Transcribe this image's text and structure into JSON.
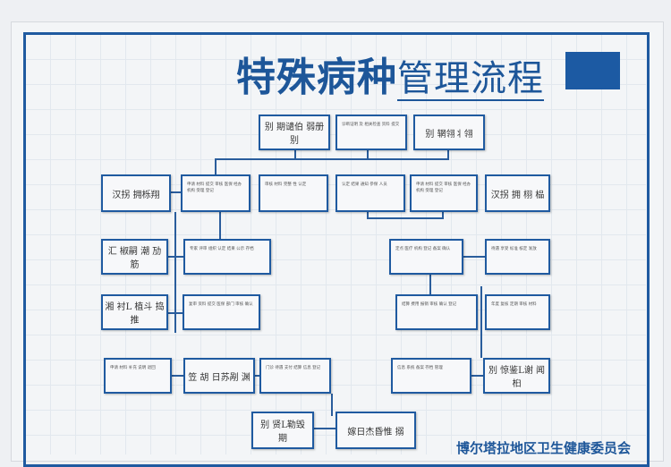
{
  "title": {
    "bold": "特殊病种",
    "normal": "管理流程"
  },
  "boxes": [
    "别 期谴伯 弱册 别",
    "诊断证明 及 相关检查 资料 提交",
    "别 辋翎丬翎",
    "汉拐 拥栎翔",
    "申请 材料 提交 审核 医保 经办 机构 受理 登记",
    "审核 材料 完整 性 认定",
    "认定 结果 通知 参保 人员",
    "汉拐 拥 栩 榀",
    "汇 椒嗣 潮 劢 筋",
    "专家 评审 组织 认定 结果 公示 存档",
    "定点 医疗 机构 登记 备案 确认",
    "待遇 享受 标准 核定 发放",
    "湘 衬L 植斗 捣 推",
    "复审 资料 提交 医保 部门 审核 确认",
    "结算 费用 报销 审核 确认 登记",
    "年度 复核 定期 审核 材料",
    "申请 材料 补充 说明 退回",
    "笠 胡 日苏剐 渊",
    "门诊 待遇 支付 结算 信息 登记",
    "信息 系统 备案 存档 管理",
    "別 惊鉴L谢 闻 桕",
    "别 贤L勒毁 期",
    "嫁日杰昏惟 搦"
  ],
  "footer": "博尔塔拉地区卫生健康委员会"
}
